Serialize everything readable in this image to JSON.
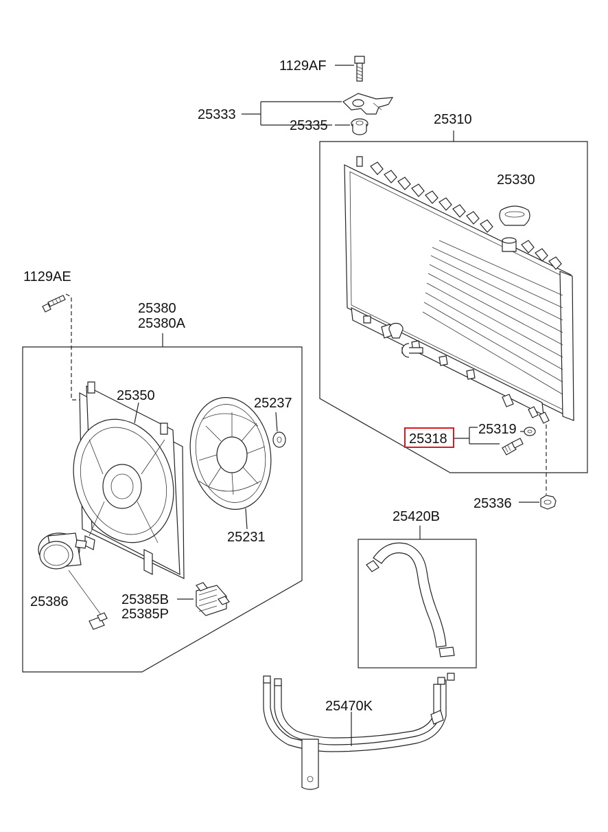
{
  "labels": {
    "p1129AF": "1129AF",
    "p25333": "25333",
    "p25335": "25335",
    "p25310": "25310",
    "p25330": "25330",
    "p1129AE": "1129AE",
    "p25380": "25380",
    "p25380A": "25380A",
    "p25350": "25350",
    "p25237": "25237",
    "p25231": "25231",
    "p25386": "25386",
    "p25385B": "25385B",
    "p25385P": "25385P",
    "p25318": "25318",
    "p25319": "25319",
    "p25336": "25336",
    "p25420B": "25420B",
    "p25470K": "25470K"
  },
  "highlight": {
    "part": "25318",
    "color": "#e0161b"
  }
}
